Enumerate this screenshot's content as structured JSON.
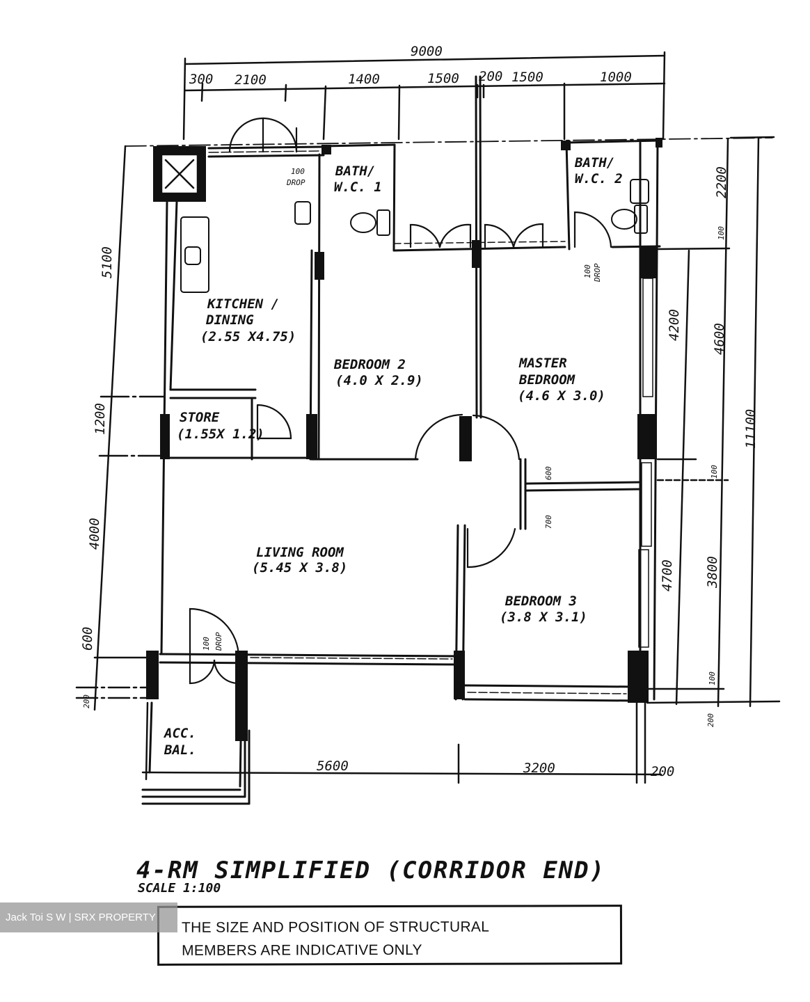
{
  "plan": {
    "overall_width": "9000",
    "overall_depth": "11100",
    "top_dimensions": [
      "300",
      "2100",
      "1400",
      "1500",
      "200",
      "1500",
      "1000"
    ],
    "bottom_dimensions": [
      "5600",
      "3200",
      "200"
    ],
    "left_dimensions": [
      "5100",
      "1200",
      "4000",
      "600",
      "200"
    ],
    "right_inner_dimensions": [
      "4200",
      "4700",
      "200"
    ],
    "right_mid_dimensions": [
      "2200",
      "100",
      "4600",
      "100",
      "3800",
      "100"
    ],
    "right_outer_dimension": "11100",
    "partition_dimensions": [
      "600",
      "700"
    ],
    "drop_notes": [
      {
        "value": "100",
        "label": "DROP"
      },
      {
        "value": "100",
        "label": "DROP"
      },
      {
        "value": "100",
        "label": "DROP"
      }
    ]
  },
  "rooms": {
    "kitchen": {
      "name_line1": "KITCHEN /",
      "name_line2": "DINING",
      "size": "(2.55 X4.75)"
    },
    "bath1": {
      "name_line1": "BATH/",
      "name_line2": "W.C. 1"
    },
    "bath2": {
      "name_line1": "BATH/",
      "name_line2": "W.C. 2"
    },
    "bedroom2": {
      "name": "BEDROOM 2",
      "size": "(4.0 X 2.9)"
    },
    "master": {
      "name_line1": "MASTER",
      "name_line2": "BEDROOM",
      "size": "(4.6 X 3.0)"
    },
    "store": {
      "name": "STORE",
      "size": "(1.55X 1.2)"
    },
    "living": {
      "name": "LIVING ROOM",
      "size": "(5.45 X 3.8)"
    },
    "bedroom3": {
      "name": "BEDROOM 3",
      "size": "(3.8 X 3.1)"
    },
    "balcony": {
      "name_line1": "ACC.",
      "name_line2": "BAL."
    }
  },
  "title": {
    "heading": "4-RM  SIMPLIFIED (CORRIDOR END)",
    "scale": "SCALE 1:100"
  },
  "notice": {
    "line1": "THE SIZE AND POSITION OF STRUCTURAL",
    "line2": "MEMBERS ARE INDICATIVE ONLY"
  },
  "watermark": {
    "text": "Jack Toi S W | SRX PROPERTY"
  },
  "colors": {
    "ink": "#111111",
    "paper": "#ffffff",
    "watermark_bg": "#969696"
  }
}
